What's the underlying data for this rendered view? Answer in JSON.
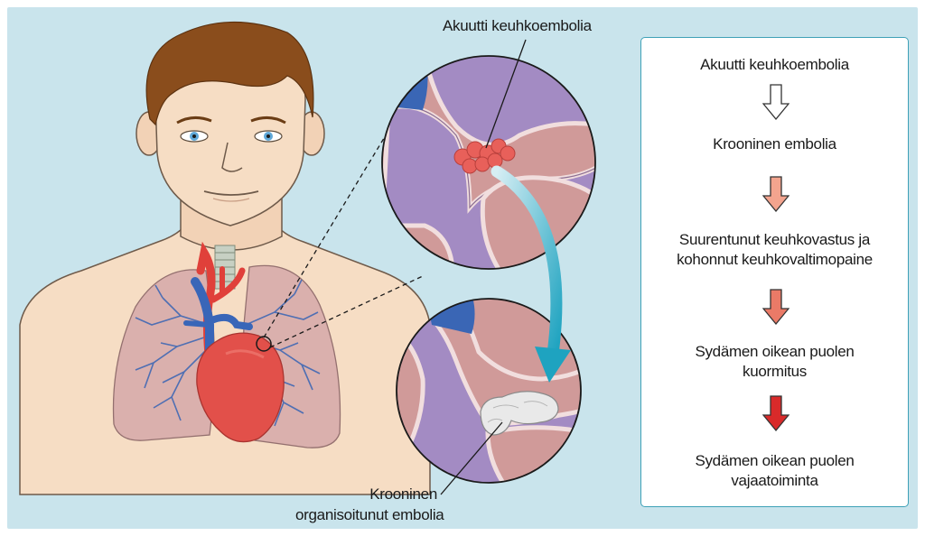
{
  "labels": {
    "acute_embolism": "Akuutti keuhkoembolia",
    "chronic_line1": "Krooninen",
    "chronic_line2": "organisoitunut embolia"
  },
  "flow": {
    "steps": [
      {
        "lines": [
          "Akuutti keuhkoembolia"
        ]
      },
      {
        "lines": [
          "Krooninen embolia"
        ]
      },
      {
        "lines": [
          "Suurentunut keuhkovastus ja",
          "kohonnut keuhkovaltimopaine"
        ]
      },
      {
        "lines": [
          "Sydämen oikean puolen",
          "kuormitus"
        ]
      },
      {
        "lines": [
          "Sydämen oikean puolen",
          "vajaatoiminta"
        ]
      }
    ],
    "arrow_colors": [
      "#ffffff",
      "#f3a48e",
      "#ea7a67",
      "#e05a4b",
      "#d92a2a"
    ]
  },
  "colors": {
    "background": "#c9e4ec",
    "box_border": "#3fa1b7",
    "skin": "#f6ddc4",
    "hair": "#8a4d1c",
    "lung": "#d9aeac",
    "heart": "#e2504a",
    "vessel_wall": "#c9a2c8",
    "clot_acute": "#e8605a",
    "clot_chronic": "#e9e9e9",
    "flow_arrow": "#1ea3c0"
  }
}
